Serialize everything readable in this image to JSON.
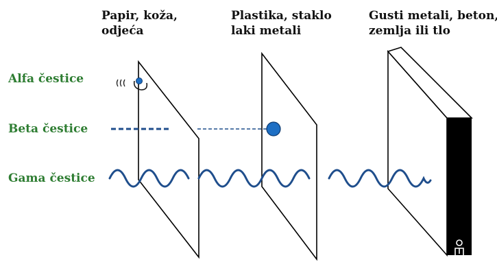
{
  "barriers": [
    {
      "line1": "Papir, koža,",
      "line2": "odjeća"
    },
    {
      "line1": "Plastika, staklo",
      "line2": "laki metali"
    },
    {
      "line1": "Gusti metali, beton,",
      "line2": "zemlja ili tlo"
    }
  ],
  "particles": {
    "alpha": "Alfa čestice",
    "beta": "Beta čestice",
    "gamma": "Gama čestice"
  },
  "colors": {
    "label_green": "#2e7d32",
    "beam_blue": "#1f4e8c",
    "particle_blue": "#1e6fc4",
    "slab_black": "#000000"
  },
  "icons": {
    "radiation_source": "alpha-emission-icon",
    "corner_mark": "figure-icon"
  }
}
